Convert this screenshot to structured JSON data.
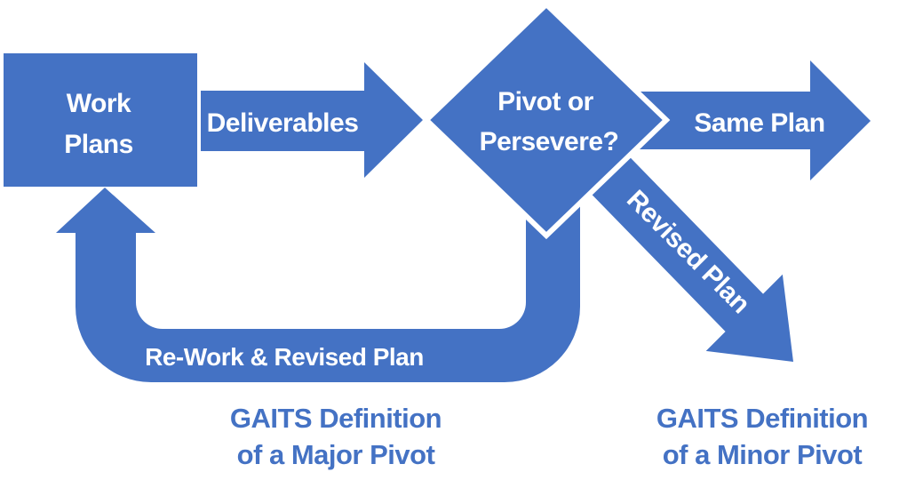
{
  "colors": {
    "shape_fill": "#4472C4",
    "shape_label_text": "#FFFFFF",
    "diamond_outline": "#FFFFFF",
    "caption_text": "#4472C4",
    "background": "#FFFFFF"
  },
  "nodes": {
    "work_plans": {
      "type": "process-box",
      "line1": "Work",
      "line2": "Plans"
    },
    "decision": {
      "type": "decision-diamond",
      "line1": "Pivot or",
      "line2": "Persevere?"
    }
  },
  "arrows": {
    "deliverables": {
      "label": "Deliverables",
      "direction": "right"
    },
    "same_plan": {
      "label": "Same Plan",
      "direction": "right"
    },
    "revised_plan": {
      "label": "Revised Plan",
      "direction": "down-right"
    },
    "rework_loop": {
      "label": "Re-Work & Revised Plan",
      "direction": "loop-back-up-to-work-plans"
    }
  },
  "captions": {
    "major_pivot": {
      "line1": "GAITS Definition",
      "line2": "of a Major Pivot"
    },
    "minor_pivot": {
      "line1": "GAITS Definition",
      "line2": "of a Minor Pivot"
    }
  }
}
